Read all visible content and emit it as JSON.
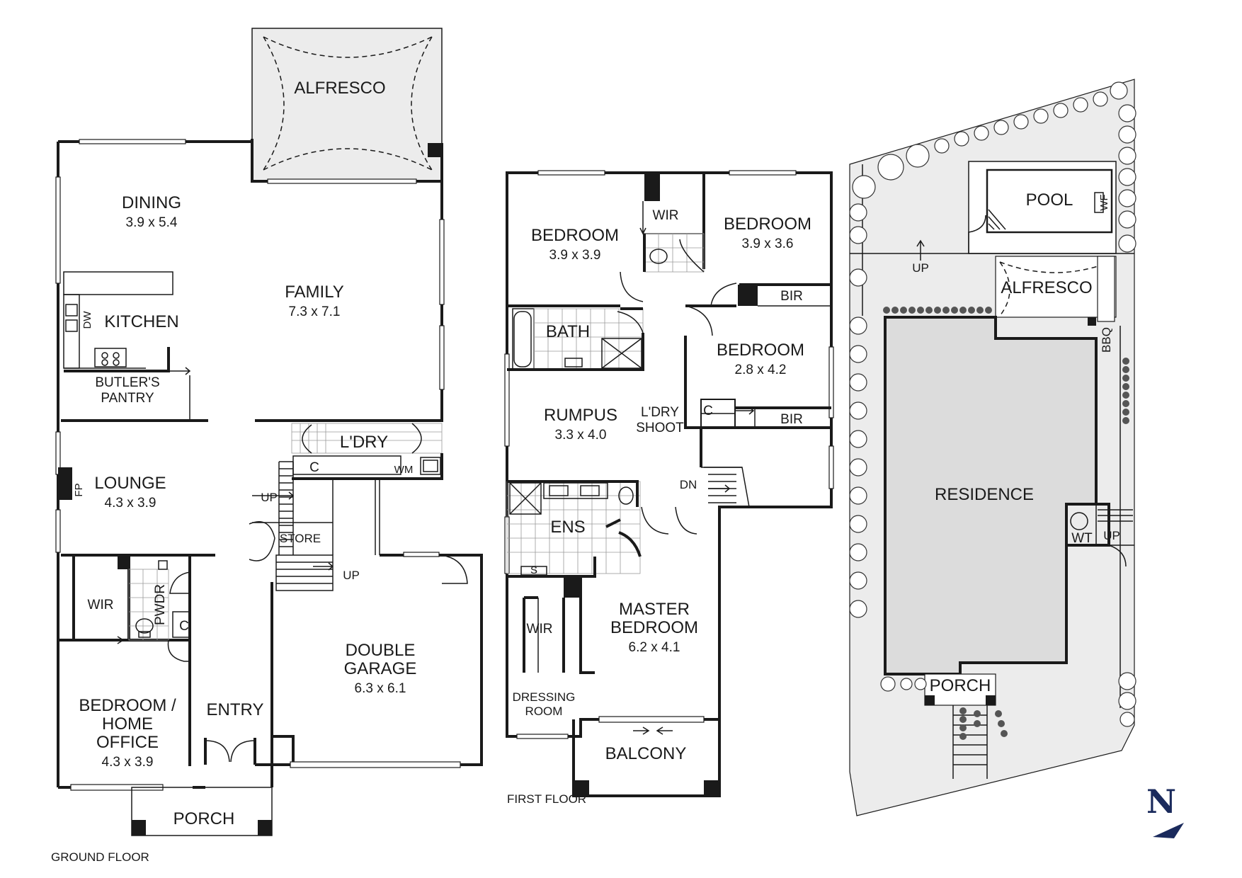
{
  "plans": {
    "ground_floor": {
      "caption": "GROUND FLOOR",
      "rooms": {
        "alfresco": {
          "name": "ALFRESCO"
        },
        "dining": {
          "name": "DINING",
          "size": "3.9 x 5.4"
        },
        "family": {
          "name": "FAMILY",
          "size": "7.3 x 7.1"
        },
        "kitchen": {
          "name": "KITCHEN"
        },
        "butlers_pantry": {
          "line1": "BUTLER'S",
          "line2": "PANTRY"
        },
        "laundry": {
          "name": "L'DRY"
        },
        "lounge": {
          "name": "LOUNGE",
          "size": "4.3 x 3.9"
        },
        "store": {
          "name": "STORE"
        },
        "wir": {
          "name": "WIR"
        },
        "powder": {
          "name": "PWDR"
        },
        "double_garage": {
          "line1": "DOUBLE",
          "line2": "GARAGE",
          "size": "6.3 x 6.1"
        },
        "bedroom_office": {
          "line1": "BEDROOM /",
          "line2": "HOME",
          "line3": "OFFICE",
          "size": "4.3 x 3.9"
        },
        "entry": {
          "name": "ENTRY"
        },
        "porch": {
          "name": "PORCH"
        }
      },
      "fixtures": {
        "dw": "DW",
        "fp": "FP",
        "c1": "C",
        "c2": "C",
        "wm": "WM",
        "up1": "UP",
        "up2": "UP"
      }
    },
    "first_floor": {
      "caption": "FIRST FLOOR",
      "rooms": {
        "bedroom_1": {
          "name": "BEDROOM",
          "size": "3.9 x 3.9"
        },
        "wir_1": {
          "name": "WIR"
        },
        "bedroom_2": {
          "name": "BEDROOM",
          "size": "3.9 x 3.6"
        },
        "bir_1": {
          "name": "BIR"
        },
        "bath": {
          "name": "BATH"
        },
        "bedroom_3": {
          "name": "BEDROOM",
          "size": "2.8 x 4.2"
        },
        "rumpus": {
          "name": "RUMPUS",
          "size": "3.3 x 4.0"
        },
        "ldry_shoot": {
          "line1": "L'DRY",
          "line2": "SHOOT"
        },
        "bir_2": {
          "name": "BIR"
        },
        "ens": {
          "name": "ENS"
        },
        "wir_2": {
          "name": "WIR"
        },
        "master": {
          "line1": "MASTER",
          "line2": "BEDROOM",
          "size": "6.2 x 4.1"
        },
        "dressing": {
          "line1": "DRESSING",
          "line2": "ROOM"
        },
        "balcony": {
          "name": "BALCONY"
        }
      },
      "fixtures": {
        "c": "C",
        "dn": "DN",
        "s": "S"
      }
    },
    "site": {
      "rooms": {
        "pool": {
          "name": "POOL"
        },
        "wf": {
          "name": "WF"
        },
        "alfresco": {
          "name": "ALFRESCO"
        },
        "bbq": {
          "name": "BBQ"
        },
        "residence": {
          "name": "RESIDENCE"
        },
        "wt": {
          "name": "WT"
        },
        "porch": {
          "name": "PORCH"
        }
      },
      "fixtures": {
        "up1": "UP",
        "up2": "UP"
      },
      "north": "N"
    }
  }
}
